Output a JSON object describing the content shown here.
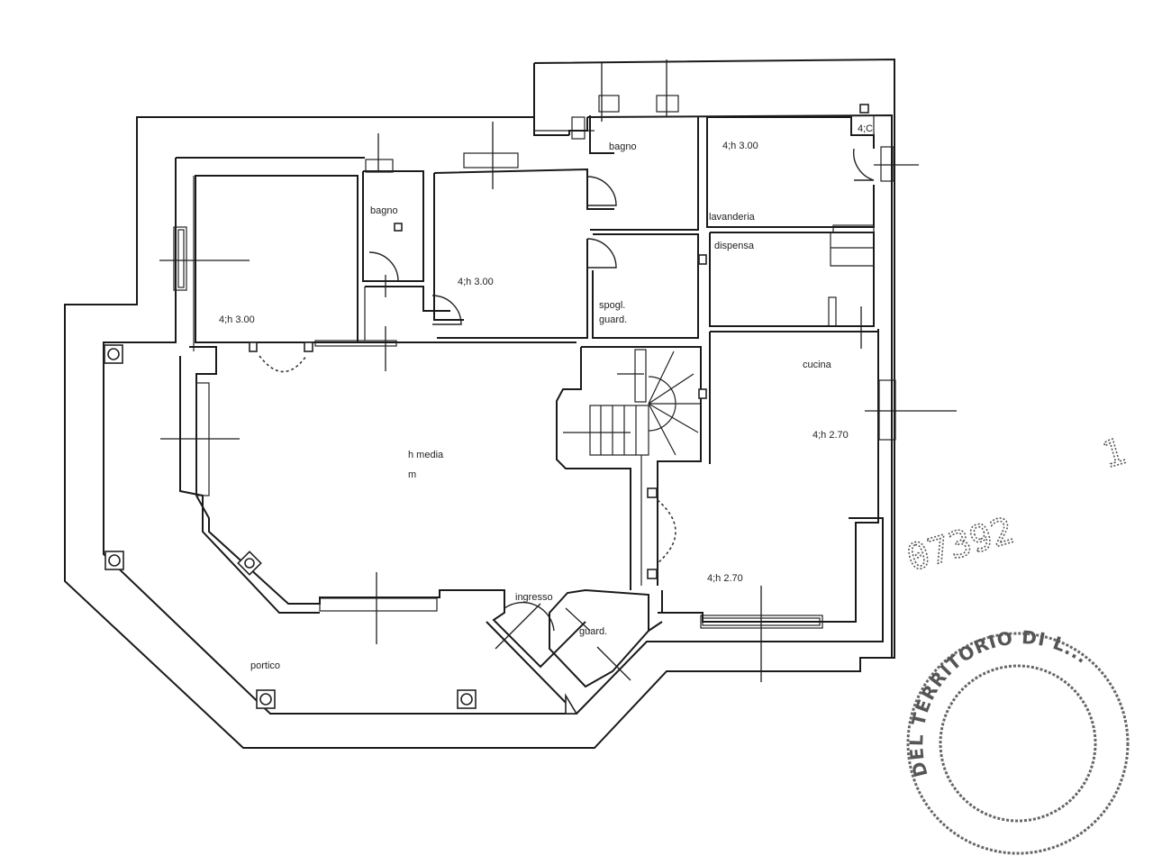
{
  "plan": {
    "type": "architectural floor plan",
    "rooms": [
      {
        "id": "camera-sx",
        "height_label": "4;h 3.00"
      },
      {
        "id": "bagno-1",
        "label": "bagno"
      },
      {
        "id": "camera-centro",
        "height_label": "4;h 3.00"
      },
      {
        "id": "bagno-2",
        "label": "bagno"
      },
      {
        "id": "lavanderia",
        "label": "lavanderia",
        "height_label": "4;h 3.00",
        "code": "4;C"
      },
      {
        "id": "dispensa",
        "label": "dispensa"
      },
      {
        "id": "spogliatoio",
        "label_line1": "spogl.",
        "label_line2": "guard."
      },
      {
        "id": "soggiorno",
        "label_line1": "h media",
        "label_line2": "m"
      },
      {
        "id": "cucina",
        "label": "cucina",
        "height_label": "4;h 2.70"
      },
      {
        "id": "sala-sud",
        "height_label": "4;h 2.70"
      },
      {
        "id": "ingresso",
        "label": "ingresso"
      },
      {
        "id": "guardaroba",
        "label": "guard."
      },
      {
        "id": "portico",
        "label": "portico"
      }
    ]
  },
  "stamp": {
    "number": "07392",
    "suffix": "1",
    "seal_text": "DEL TERRITORIO DI L..."
  }
}
